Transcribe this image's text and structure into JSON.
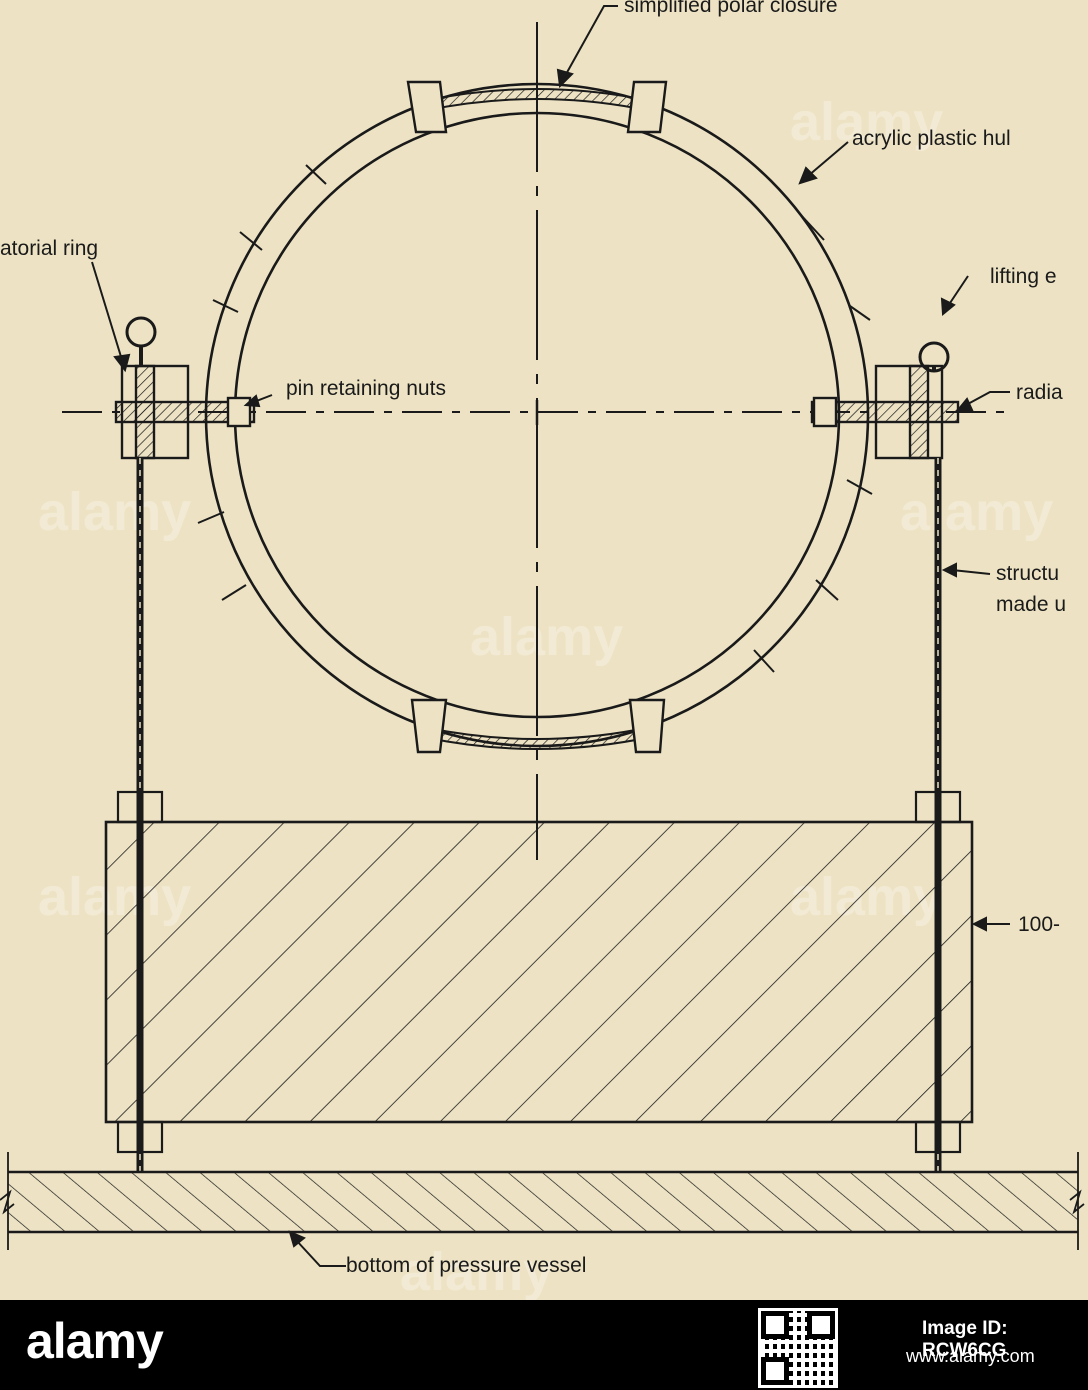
{
  "labels": {
    "polar_closure": "simplified polar closure",
    "hull": "acrylic plastic hul",
    "equatorial_ring": "atorial ring",
    "lifting": "lifting e",
    "pin_nuts": "pin retaining nuts",
    "radial": "radia",
    "structure_1": "structu",
    "structure_2": "made u",
    "weight": "100-",
    "vessel": "bottom of pressure vessel"
  },
  "watermark": "alamy",
  "footer": {
    "brand": "alamy",
    "image_id": "Image ID: RCW6CG",
    "url": "www.alamy.com"
  },
  "colors": {
    "paper": "#ede3c4",
    "ink": "#1a1a1a",
    "footer_bg": "#000000"
  }
}
